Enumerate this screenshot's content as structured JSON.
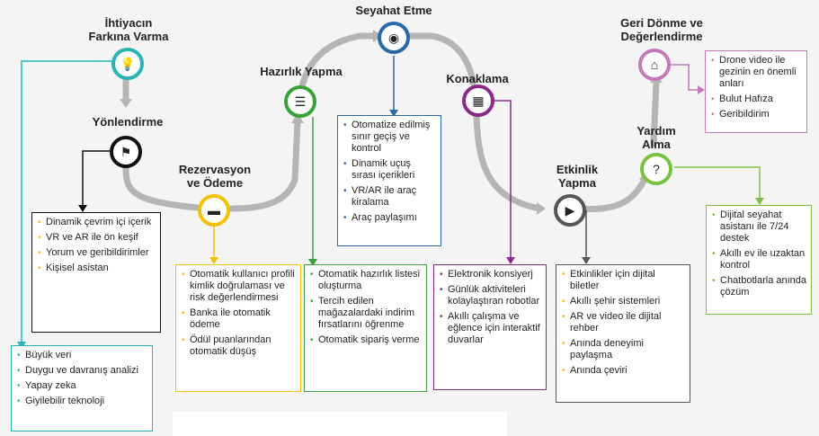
{
  "stages": [
    {
      "key": "ihtiyac",
      "title": "İhtiyacın\nFarkına Varma",
      "color": "#2ab3b5",
      "icon": "lightbulb-icon",
      "glyph": "💡"
    },
    {
      "key": "yonlendirme",
      "title": "Yönlendirme",
      "color": "#111111",
      "icon": "signpost-icon",
      "glyph": "⚑"
    },
    {
      "key": "rezervasyon",
      "title": "Rezervasyon\nve Ödeme",
      "color": "#f2c200",
      "icon": "credit-card-icon",
      "glyph": "▬"
    },
    {
      "key": "hazirlik",
      "title": "Hazırlık Yapma",
      "color": "#3aa23a",
      "icon": "checklist-icon",
      "glyph": "☰"
    },
    {
      "key": "seyahat",
      "title": "Seyahat Etme",
      "color": "#2a68a8",
      "icon": "eye-icon",
      "glyph": "◉"
    },
    {
      "key": "konaklama",
      "title": "Konaklama",
      "color": "#8a2a8a",
      "icon": "hotel-icon",
      "glyph": "▦"
    },
    {
      "key": "etkinlik",
      "title": "Etkinlik\nYapma",
      "color": "#555555",
      "icon": "play-icon",
      "glyph": "▶"
    },
    {
      "key": "yardim",
      "title": "Yardım\nAlma",
      "color": "#7ac143",
      "icon": "question-icon",
      "glyph": "?"
    },
    {
      "key": "geri",
      "title": "Geri Dönme ve\nDeğerlendirme",
      "color": "#c27bb8",
      "icon": "home-icon",
      "glyph": "⌂"
    }
  ],
  "boxes": {
    "ihtiyac": [
      "Büyük veri",
      "Duygu ve davranış analizi",
      "Yapay zeka",
      "Giyilebilir teknoloji"
    ],
    "yonlendirme": [
      "Dinamik çevrim içi içerik",
      "VR ve AR ile ön keşif",
      "Yorum ve geribildirimler",
      "Kişisel asistan"
    ],
    "rezervasyon": [
      "Otomatik kullanıcı profili kimlik doğrulaması ve risk değerlendirmesi",
      "Banka ile otomatik ödeme",
      "Ödül puanlarından otomatik düşüş"
    ],
    "hazirlik": [
      "Otomatik hazırlık listesi oluşturma",
      "Tercih edilen mağazalardaki indirim fırsatlarını öğrenme",
      "Otomatik sipariş verme"
    ],
    "seyahat": [
      "Otomatize edilmiş sınır geçiş ve kontrol",
      "Dinamik uçuş sırası içerikleri",
      "VR/AR ile araç kiralama",
      "Araç paylaşımı"
    ],
    "konaklama": [
      "Elektronik konsiyerj",
      "Günlük aktiviteleri kolaylaştıran robotlar",
      "Akıllı çalışma ve eğlence için interaktif duvarlar"
    ],
    "etkinlik": [
      "Etkinlikler için dijital biletler",
      "Akıllı şehir sistemleri",
      "AR ve video ile dijital rehber",
      "Anında deneyimi paylaşma",
      "Anında çeviri"
    ],
    "yardim": [
      "Dijital seyahat asistanı ile 7/24 destek",
      "Akıllı ev ile uzaktan kontrol",
      "Chatbotlarla anında çözüm"
    ],
    "geri": [
      "Drone video ile gezinin en önemli anları",
      "Bulut Hafıza",
      "Geribildirim"
    ]
  }
}
